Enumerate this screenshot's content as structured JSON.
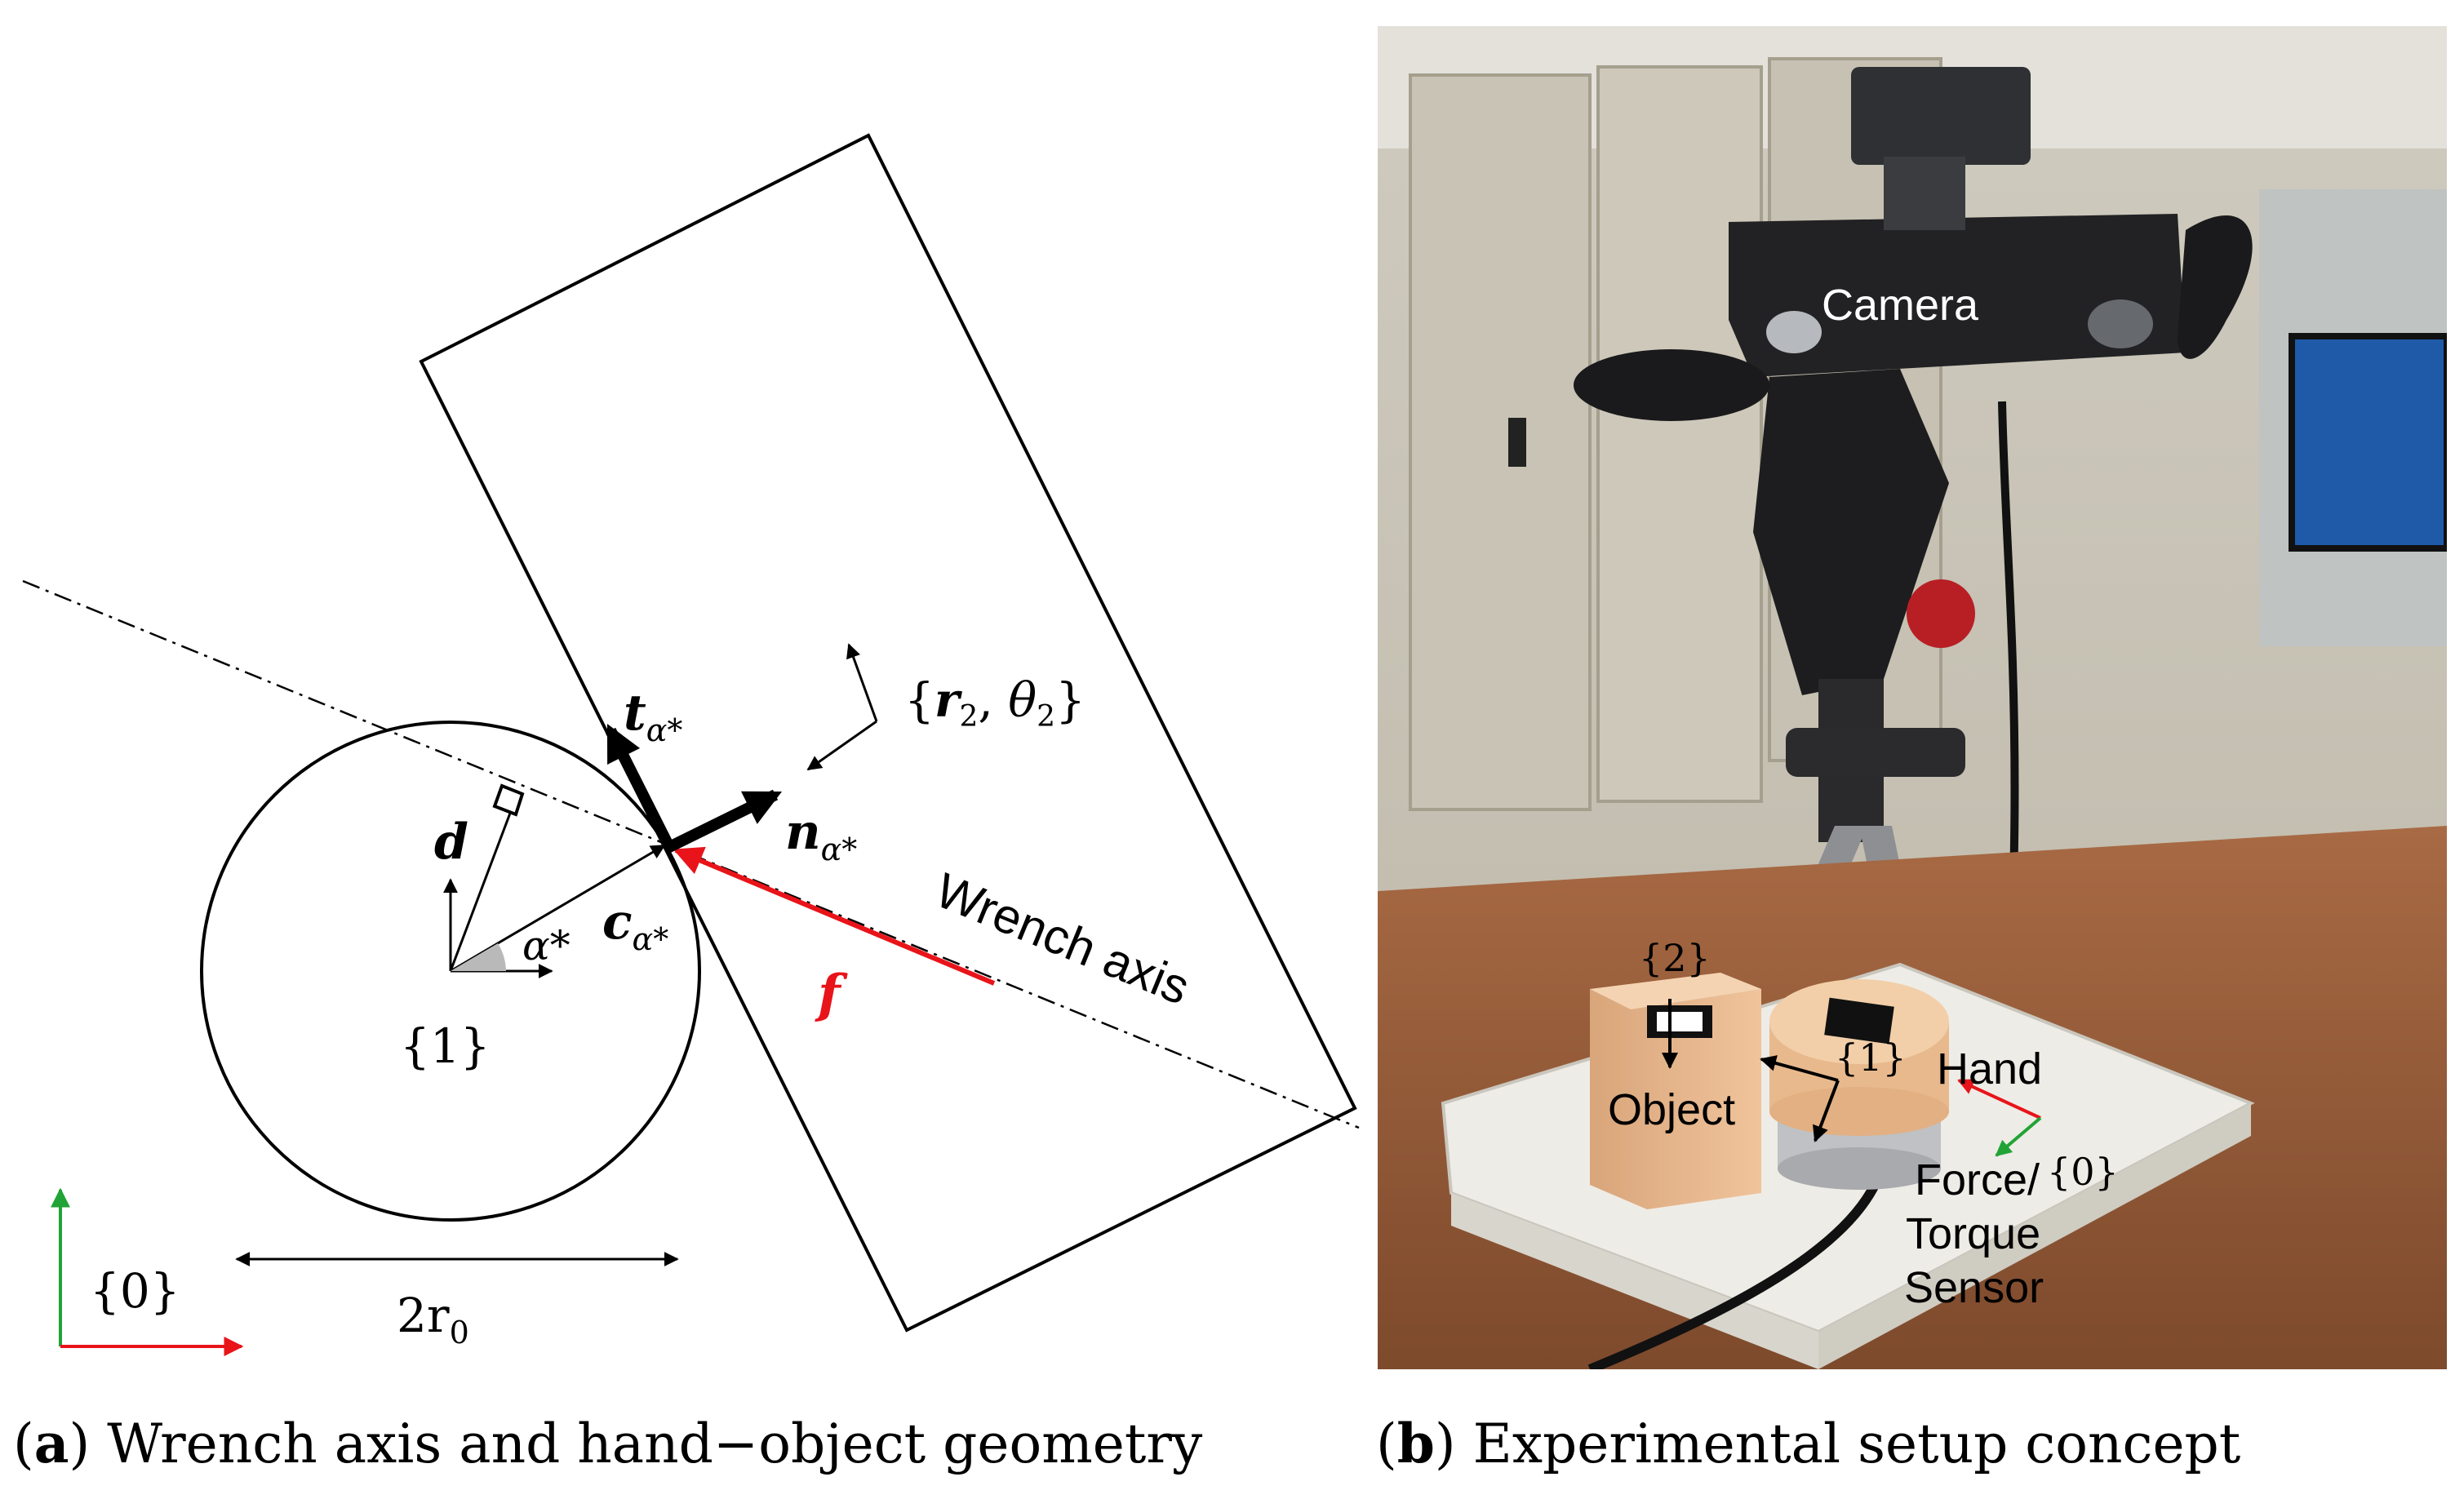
{
  "panel_a": {
    "caption_label": "a",
    "caption_text": "Wrench axis and hand−object geometry",
    "t_label": "t",
    "t_sub": "α*",
    "n_label": "n",
    "n_sub": "α*",
    "d_label": "d",
    "c_label": "c",
    "c_sub": "α*",
    "alpha_label": "α*",
    "frame1_label": "{1}",
    "frame0_label": "{0}",
    "frame2_label_open": "{",
    "frame2_r": "r",
    "frame2_r_sub": "2",
    "frame2_theta": "θ",
    "frame2_theta_sub": "2",
    "frame2_label_close": "}",
    "force_label": "f",
    "wrench_label": "Wrench axis",
    "diameter_label": "2r",
    "diameter_sub": "0",
    "colors": {
      "force": "#e8141a",
      "x_axis": "#e8141a",
      "y_axis": "#21a336"
    }
  },
  "panel_b": {
    "caption_label": "b",
    "caption_text": "Experimental setup concept",
    "camera_label": "Camera",
    "frame2_label": "{2}",
    "frame1_label": "{1}",
    "frame0_label": "{0}",
    "object_label": "Object",
    "hand_label": "Hand",
    "sensor_line1": "Force/",
    "sensor_line2": "Torque",
    "sensor_line3": "Sensor"
  }
}
